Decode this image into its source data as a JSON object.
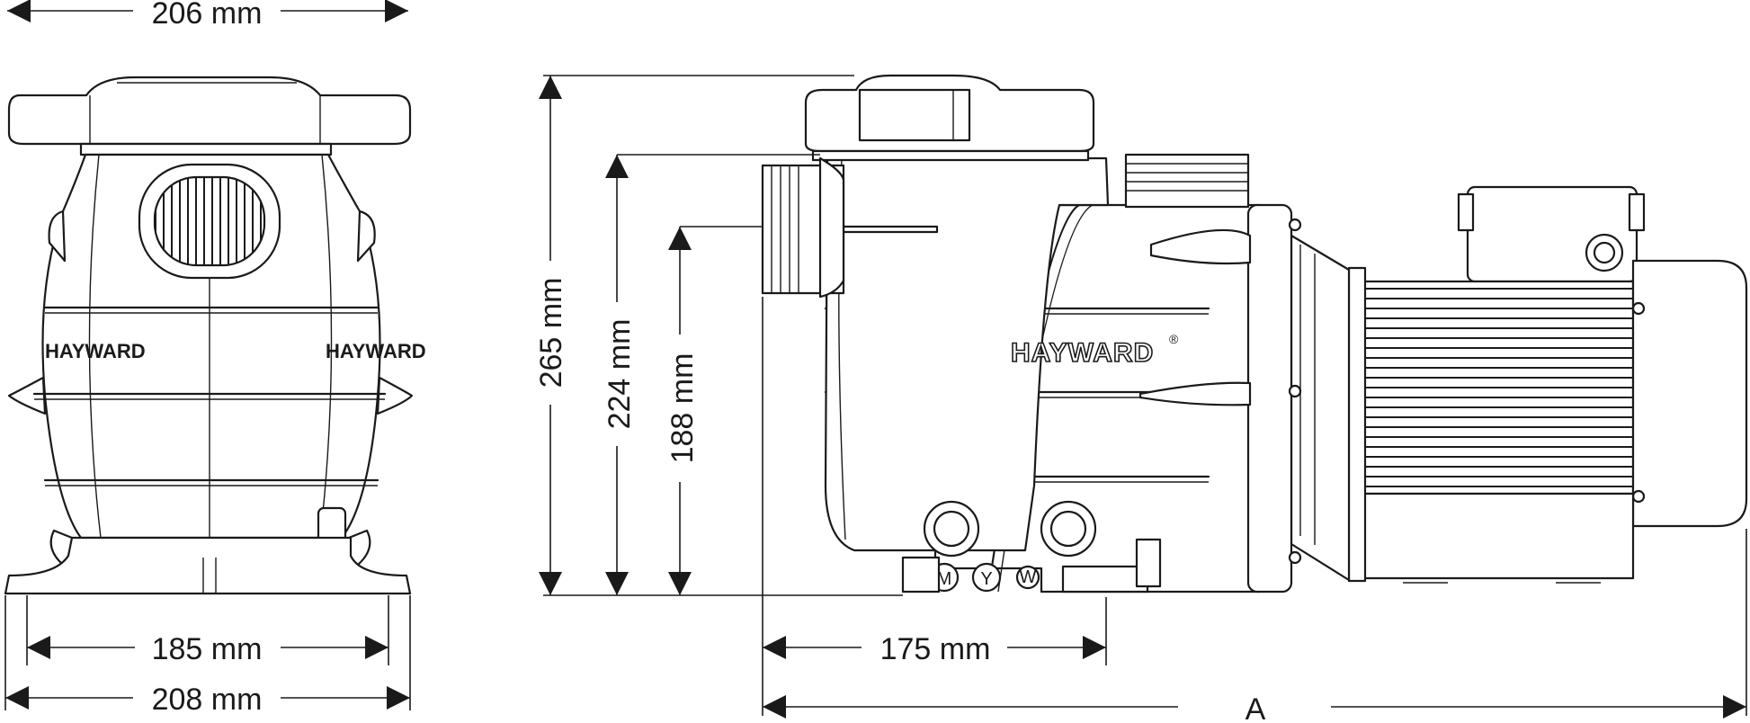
{
  "diagram": {
    "brand": "HAYWARD",
    "registered_mark": "®",
    "front_view_brand": "HAYWARD",
    "valve_marks": [
      "M",
      "Y",
      "W"
    ]
  },
  "dimensions": {
    "top_width": "206 mm",
    "base_inner_width": "185 mm",
    "base_outer_width": "208 mm",
    "overall_height": "265 mm",
    "inlet_height": "224 mm",
    "outlet_height": "188 mm",
    "base_depth": "175 mm",
    "overall_length": "A"
  },
  "colors": {
    "line": "#1a1a1a",
    "background": "#ffffff"
  }
}
